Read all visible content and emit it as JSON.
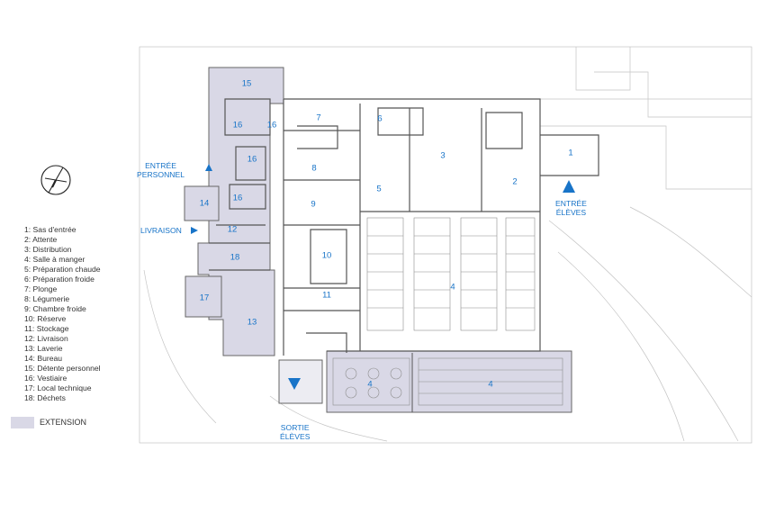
{
  "legend": {
    "items": [
      "1: Sas d'entrée",
      "2: Attente",
      "3: Distribution",
      "4: Salle à manger",
      "5: Préparation chaude",
      "6: Préparation froide",
      "7: Plonge",
      "8: Légumerie",
      "9: Chambre froide",
      "10: Réserve",
      "11: Stockage",
      "12: Livraison",
      "13: Laverie",
      "14: Bureau",
      "15: Détente personnel",
      "16: Vestiaire",
      "17: Local technique",
      "18: Déchets"
    ],
    "extension_label": "EXTENSION",
    "extension_color": "#d9d8e6"
  },
  "labels": {
    "entree_personnel": [
      "ENTRÉE",
      "PERSONNEL"
    ],
    "livraison": "LIVRAISON",
    "entree_eleves": [
      "ENTRÉE",
      "ÉLÈVES"
    ],
    "sortie_eleves": [
      "SORTIE",
      "ÉLÈVES"
    ]
  },
  "rooms": {
    "r1": "1",
    "r2": "2",
    "r3": "3",
    "r4a": "4",
    "r4b": "4",
    "r4c": "4",
    "r5": "5",
    "r6": "6",
    "r7": "7",
    "r8": "8",
    "r9": "9",
    "r10": "10",
    "r11": "11",
    "r12": "12",
    "r13": "13",
    "r14": "14",
    "r15": "15",
    "r16a": "16",
    "r16b": "16",
    "r16c": "16",
    "r16d": "16",
    "r17": "17",
    "r18": "18"
  },
  "colors": {
    "accent": "#1874c8",
    "wall": "#555555",
    "thin_line": "#9a9a9a"
  }
}
